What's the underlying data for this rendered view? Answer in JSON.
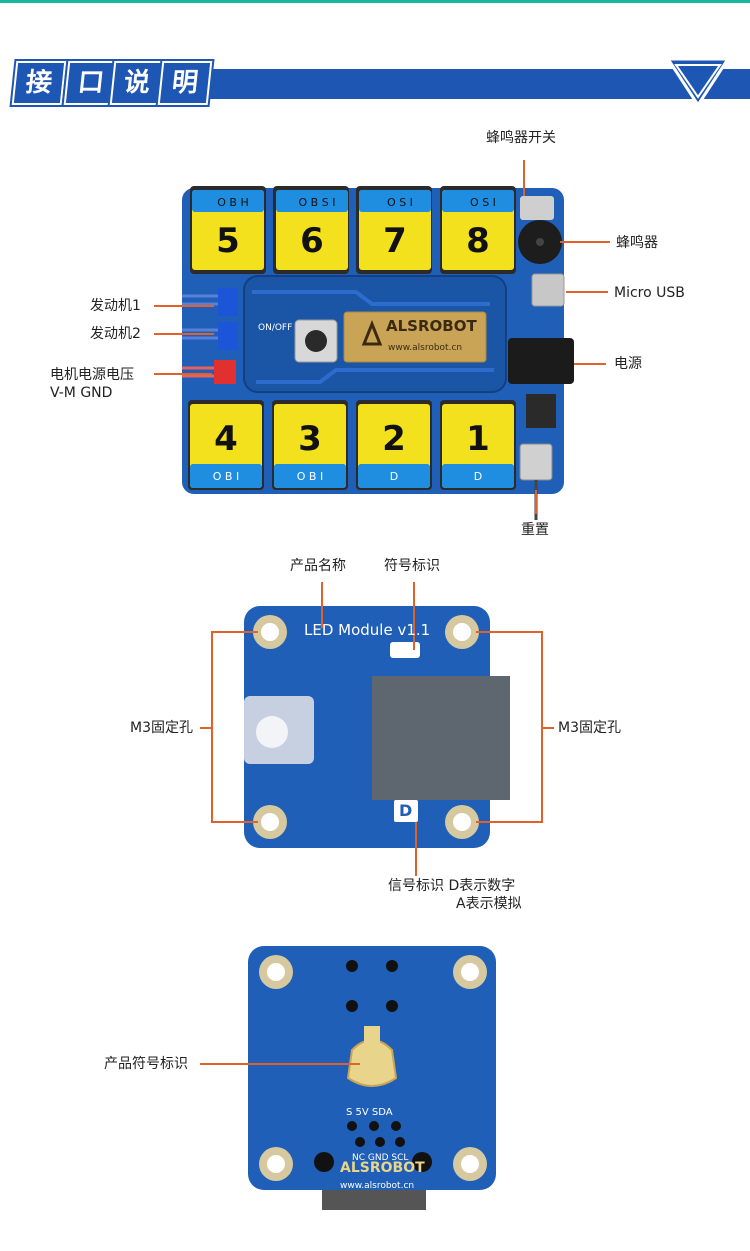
{
  "header": {
    "chars": [
      "接",
      "口",
      "说",
      "明"
    ]
  },
  "board": {
    "callouts": {
      "buzzer_switch": "蜂鸣器开关",
      "buzzer": "蜂鸣器",
      "micro_usb": "Micro USB",
      "power": "电源",
      "reset": "重置",
      "motor1": "发动机1",
      "motor2": "发动机2",
      "motor_power_line1": "电机电源电压",
      "motor_power_line2": "V-M GND"
    },
    "ports_top": [
      {
        "num": "5",
        "tag": "O B H"
      },
      {
        "num": "6",
        "tag": "O B S I"
      },
      {
        "num": "7",
        "tag": "O S I"
      },
      {
        "num": "8",
        "tag": "O S I"
      }
    ],
    "ports_bottom": [
      {
        "num": "4",
        "tag": "O B I"
      },
      {
        "num": "3",
        "tag": "O B I"
      },
      {
        "num": "2",
        "tag": "D"
      },
      {
        "num": "1",
        "tag": "D"
      }
    ],
    "logo": "ALSROBOT",
    "url": "www.alsrobot.cn",
    "switch_label": "ON/OFF"
  },
  "module": {
    "callouts": {
      "product_name": "产品名称",
      "symbol": "符号标识",
      "hole_left": "M3固定孔",
      "hole_right": "M3固定孔",
      "signal_line1": "信号标识  D表示数字",
      "signal_line2": "A表示模拟"
    },
    "title": "LED Module v1.1",
    "signal_letter": "D"
  },
  "back": {
    "callouts": {
      "product_symbol": "产品符号标识"
    },
    "pins_top": "S  5V  SDA",
    "pins_bottom": "NC GND SCL",
    "logo": "ALSROBOT",
    "url": "www.alsrobot.cn"
  },
  "colors": {
    "pcb_blue": "#1f5fb7",
    "dark_blue": "#154a96",
    "yellow": "#f2e11c",
    "accent_orange": "#e0622a",
    "header_blue": "#1e56b3",
    "gold": "#c9a457"
  }
}
